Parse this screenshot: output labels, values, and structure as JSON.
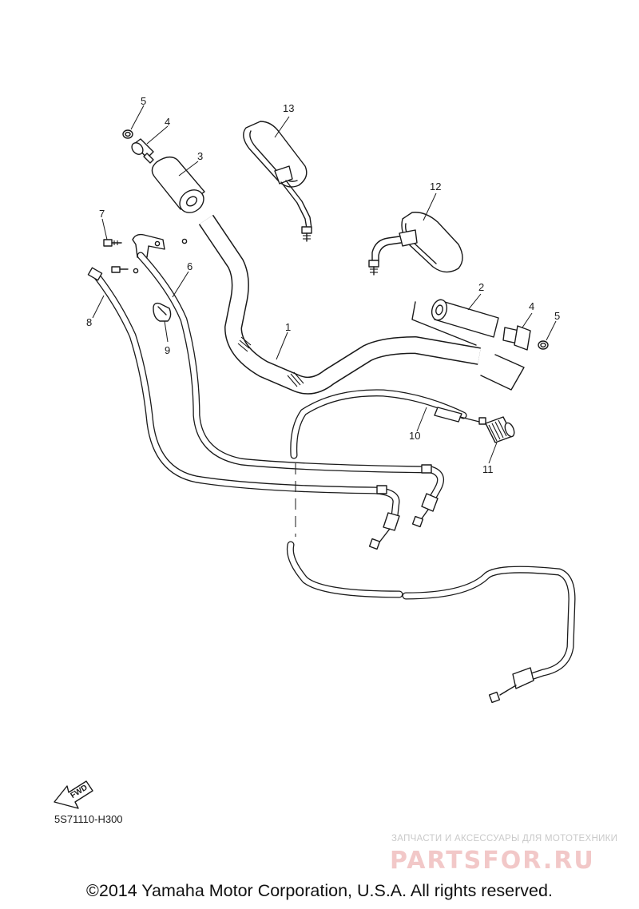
{
  "diagram": {
    "callouts": [
      {
        "id": "1",
        "label": "1"
      },
      {
        "id": "2",
        "label": "2"
      },
      {
        "id": "3",
        "label": "3"
      },
      {
        "id": "4a",
        "label": "4"
      },
      {
        "id": "4b",
        "label": "4"
      },
      {
        "id": "5a",
        "label": "5"
      },
      {
        "id": "5b",
        "label": "5"
      },
      {
        "id": "6",
        "label": "6"
      },
      {
        "id": "7",
        "label": "7"
      },
      {
        "id": "8",
        "label": "8"
      },
      {
        "id": "9",
        "label": "9"
      },
      {
        "id": "10",
        "label": "10"
      },
      {
        "id": "11",
        "label": "11"
      },
      {
        "id": "12",
        "label": "12"
      },
      {
        "id": "13",
        "label": "13"
      }
    ],
    "fwd_label": "FWD",
    "drawing_code": "5S71110-H300"
  },
  "watermark": {
    "tagline": "ЗАПЧАСТИ И АКСЕССУАРЫ ДЛЯ МОТОТЕХНИКИ",
    "logo_text": "PARTSFOR.RU"
  },
  "footer": {
    "copyright": "©2014 Yamaha Motor Corporation, U.S.A. All rights reserved."
  },
  "colors": {
    "line": "#1a1a1a",
    "watermark_logo": "#f2c8c8",
    "watermark_text": "#c9c9c9"
  }
}
